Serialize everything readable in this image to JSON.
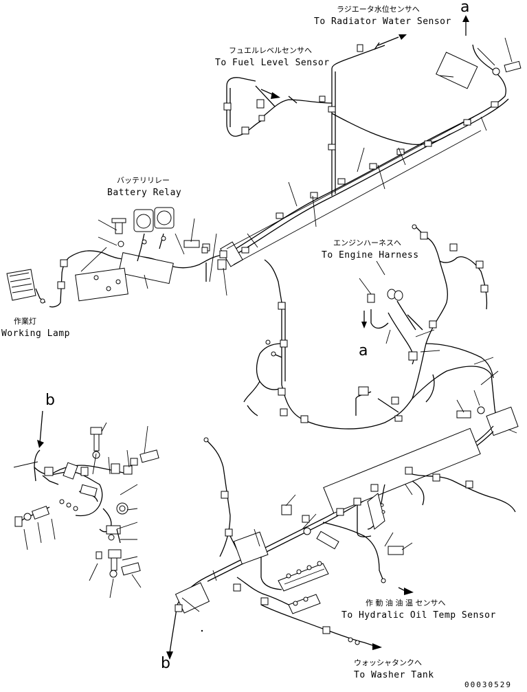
{
  "labels": {
    "radiator_jp": "ラジエータ水位センサへ",
    "radiator_en": "To Radiator Water Sensor",
    "fuel_jp": "フュエルレベルセンサへ",
    "fuel_en": "To Fuel Level Sensor",
    "battery_jp": "バッテリリレー",
    "battery_en": "Battery Relay",
    "engine_jp": "エンジンハーネスへ",
    "engine_en": "To Engine Harness",
    "lamp_jp": "作業灯",
    "lamp_en": "Working Lamp",
    "hydraulic_jp": "作 動 油 油 温 センサへ",
    "hydraulic_en": "To Hydralic Oil Temp  Sensor",
    "washer_jp": "ウォッシャタンクへ",
    "washer_en": "To Washer Tank"
  },
  "refs": {
    "a_top": "a",
    "a_mid": "a",
    "b_left": "b",
    "b_bottom": "b"
  },
  "drawing_code": "00030529"
}
